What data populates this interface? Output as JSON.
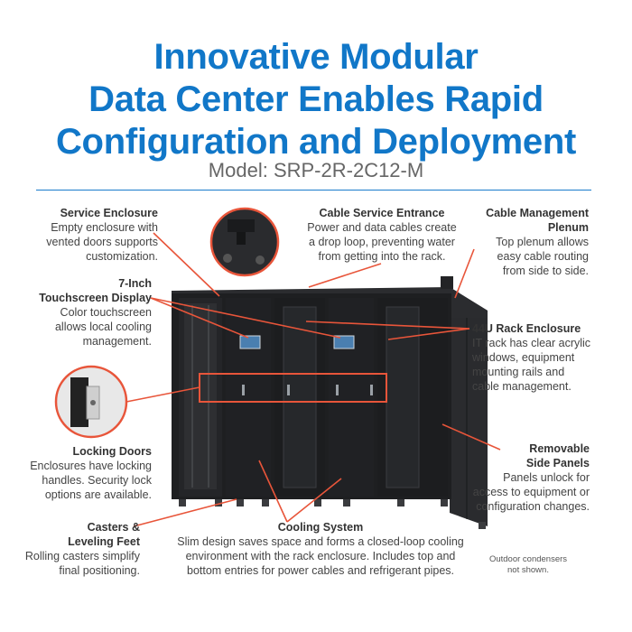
{
  "title_lines": [
    "Innovative Modular",
    "Data Center Enables Rapid",
    "Configuration and Deployment"
  ],
  "model": "Model: SRP-2R-2C12-M",
  "callouts": {
    "service_enclosure": {
      "heading": "Service Enclosure",
      "body": [
        "Empty enclosure with",
        "vented doors supports",
        "customization."
      ]
    },
    "cable_entrance": {
      "heading": "Cable Service Entrance",
      "body": [
        "Power and data cables create",
        "a drop loop, preventing water",
        "from getting into the rack."
      ]
    },
    "cable_plenum": {
      "heading": [
        "Cable Management",
        "Plenum"
      ],
      "body": [
        "Top plenum allows",
        "easy cable routing",
        "from side to side."
      ]
    },
    "touchscreen": {
      "heading": [
        "7-Inch",
        "Touchscreen Display"
      ],
      "body": [
        "Color touchscreen",
        "allows local cooling",
        "management."
      ]
    },
    "rack_44u": {
      "heading": "44U Rack Enclosure",
      "body": [
        "IT rack has clear acrylic",
        "windows, equipment",
        "mounting rails and",
        "cable management."
      ]
    },
    "locking_doors": {
      "heading": "Locking Doors",
      "body": [
        "Enclosures have locking",
        "handles. Security lock",
        "options are available."
      ]
    },
    "side_panels": {
      "heading": [
        "Removable",
        "Side Panels"
      ],
      "body": [
        "Panels unlock for",
        "access to equipment or",
        "configuration changes."
      ]
    },
    "casters": {
      "heading": [
        "Casters &",
        "Leveling Feet"
      ],
      "body": [
        "Rolling casters simplify",
        "final positioning."
      ]
    },
    "cooling": {
      "heading": "Cooling System",
      "body": [
        "Slim design saves space and forms a closed-loop cooling",
        "environment with the rack enclosure. Includes top and",
        "bottom entries for power cables and refrigerant pipes."
      ]
    }
  },
  "note": [
    "Outdoor condensers",
    "not shown."
  ],
  "colors": {
    "title": "#1177c8",
    "accent": "#e8553a",
    "rule": "#1a7bcc",
    "rack": "#1e1f21"
  }
}
